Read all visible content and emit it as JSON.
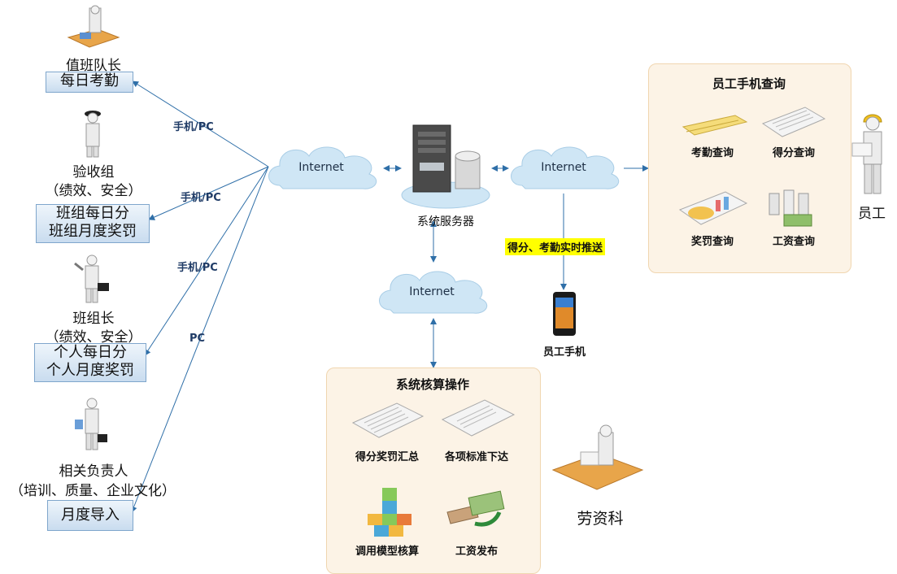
{
  "roles": {
    "shift_leader": {
      "title": "值班队长",
      "box": "每日考勤"
    },
    "acceptance_group": {
      "title": "验收组",
      "subtitle": "（绩效、安全）",
      "box_line1": "班组每日分",
      "box_line2": "班组月度奖罚"
    },
    "team_leader": {
      "title": "班组长",
      "subtitle": "（绩效、安全）",
      "box_line1": "个人每日分",
      "box_line2": "个人月度奖罚"
    },
    "related_head": {
      "title": "相关负责人",
      "subtitle": "（培训、质量、企业文化）",
      "box": "月度导入"
    }
  },
  "connections": {
    "c1": "手机/PC",
    "c2": "手机/PC",
    "c3": "手机/PC",
    "c4": "PC"
  },
  "clouds": {
    "left": "Internet",
    "right": "Internet",
    "bottom": "Internet"
  },
  "server": {
    "label": "系统服务器"
  },
  "push_label": "得分、考勤实时推送",
  "phone": {
    "label": "员工手机"
  },
  "employee_panel": {
    "title": "员工手机查询",
    "items": [
      "考勤查询",
      "得分查询",
      "奖罚查询",
      "工资查询"
    ]
  },
  "employee": {
    "label": "员工"
  },
  "calc_panel": {
    "title": "系统核算操作",
    "items": [
      "得分奖罚汇总",
      "各项标准下达",
      "调用模型核算",
      "工资发布"
    ]
  },
  "labor_dept": {
    "label": "劳资科"
  },
  "colors": {
    "line": "#2f6fa8",
    "cloud": "#cfe6f5",
    "panel": "#fcf3e6",
    "highlight": "#ffff00"
  }
}
